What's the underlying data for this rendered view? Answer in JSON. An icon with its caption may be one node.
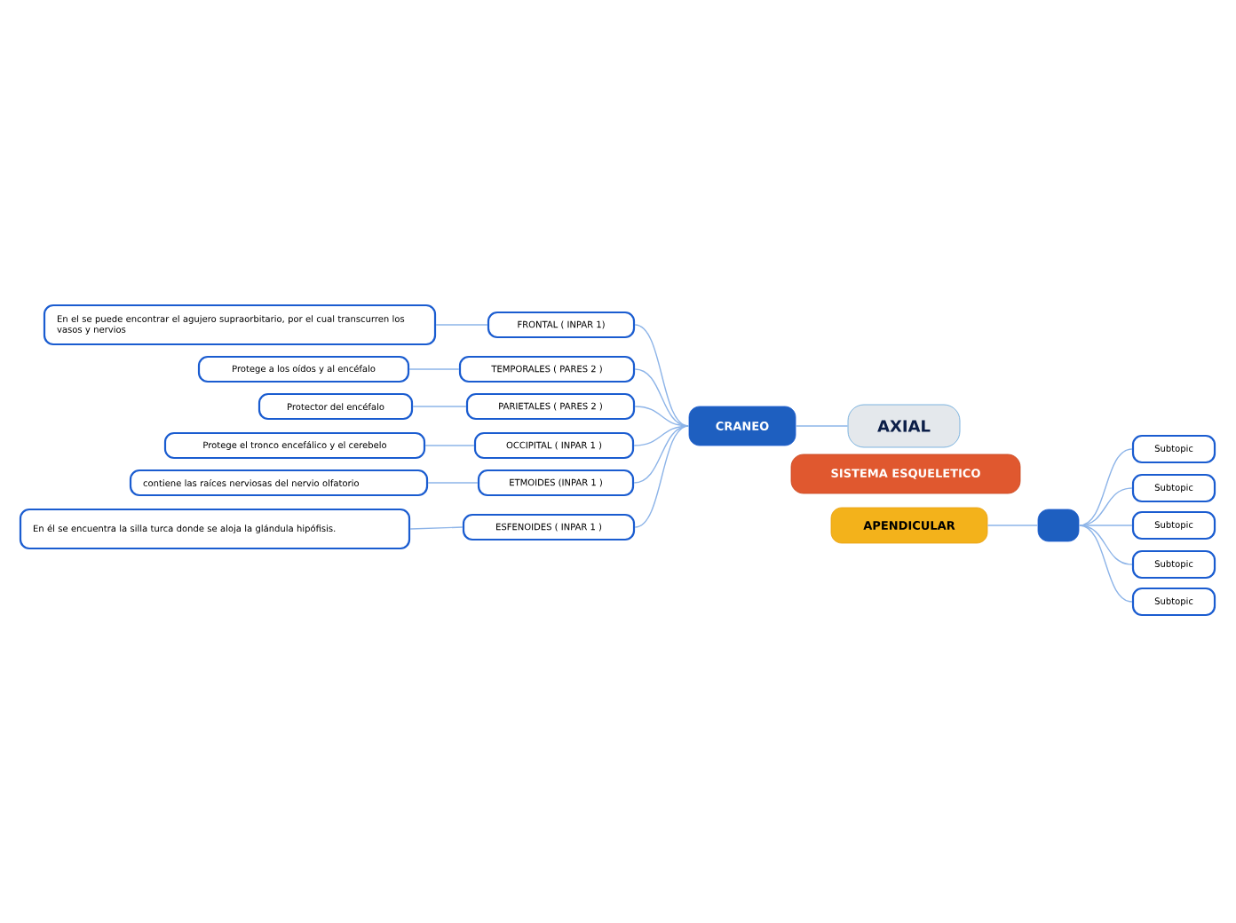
{
  "diagram": {
    "nodes": [
      {
        "text": [
          "SISTEMA ESQUELETICO"
        ]
      },
      {
        "text": [
          "AXIAL"
        ]
      },
      {
        "text": [
          "APENDICULAR"
        ]
      },
      {
        "text": [
          "CRANEO"
        ]
      },
      {
        "text": [
          "FRONTAL ( INPAR 1)"
        ]
      },
      {
        "text": [
          "TEMPORALES ( PARES 2 )"
        ]
      },
      {
        "text": [
          "PARIETALES ( PARES 2 )"
        ]
      },
      {
        "text": [
          "OCCIPITAL ( INPAR 1 )"
        ]
      },
      {
        "text": [
          "ETMOIDES (INPAR 1 )"
        ]
      },
      {
        "text": [
          "ESFENOIDES ( INPAR 1 )"
        ]
      },
      {
        "text": [
          "En el se puede encontrar el agujero supraorbitario, por el cual transcurren los vasos y nervios"
        ]
      },
      {
        "text": [
          "Protege a los oídos y al encéfalo"
        ]
      },
      {
        "text": [
          "Protector del encéfalo"
        ]
      },
      {
        "text": [
          "Protege el tronco encefálico y el cerebelo"
        ]
      },
      {
        "text": [
          "contiene las raíces nerviosas del nervio olfatorio"
        ]
      },
      {
        "text": [
          "En él se encuentra la silla turca donde se aloja la glándula hipófisis."
        ]
      },
      {
        "text": [],
        "shape": "box"
      },
      {
        "text": [
          "Subtopic"
        ]
      },
      {
        "text": [
          "Subtopic"
        ]
      },
      {
        "text": [
          "Subtopic"
        ]
      },
      {
        "text": [
          "Subtopic"
        ]
      },
      {
        "text": [
          "Subtopic"
        ]
      }
    ],
    "edges": [
      {
        "from": 1,
        "to": 3,
        "arrow": "none"
      },
      {
        "from": 3,
        "to": 4,
        "arrow": "none"
      },
      {
        "from": 3,
        "to": 5,
        "arrow": "none"
      },
      {
        "from": 3,
        "to": 6,
        "arrow": "none"
      },
      {
        "from": 3,
        "to": 7,
        "arrow": "none"
      },
      {
        "from": 3,
        "to": 8,
        "arrow": "none"
      },
      {
        "from": 3,
        "to": 9,
        "arrow": "none"
      },
      {
        "from": 4,
        "to": 10,
        "arrow": "none"
      },
      {
        "from": 5,
        "to": 11,
        "arrow": "none"
      },
      {
        "from": 6,
        "to": 12,
        "arrow": "none"
      },
      {
        "from": 7,
        "to": 13,
        "arrow": "none"
      },
      {
        "from": 8,
        "to": 14,
        "arrow": "none"
      },
      {
        "from": 9,
        "to": 15,
        "arrow": "none"
      },
      {
        "from": 2,
        "to": 16,
        "arrow": "none"
      },
      {
        "from": 16,
        "to": 17,
        "arrow": "none"
      },
      {
        "from": 16,
        "to": 18,
        "arrow": "none"
      },
      {
        "from": 16,
        "to": 19,
        "arrow": "none"
      },
      {
        "from": 16,
        "to": 20,
        "arrow": "none"
      },
      {
        "from": 16,
        "to": 21,
        "arrow": "none"
      }
    ]
  }
}
